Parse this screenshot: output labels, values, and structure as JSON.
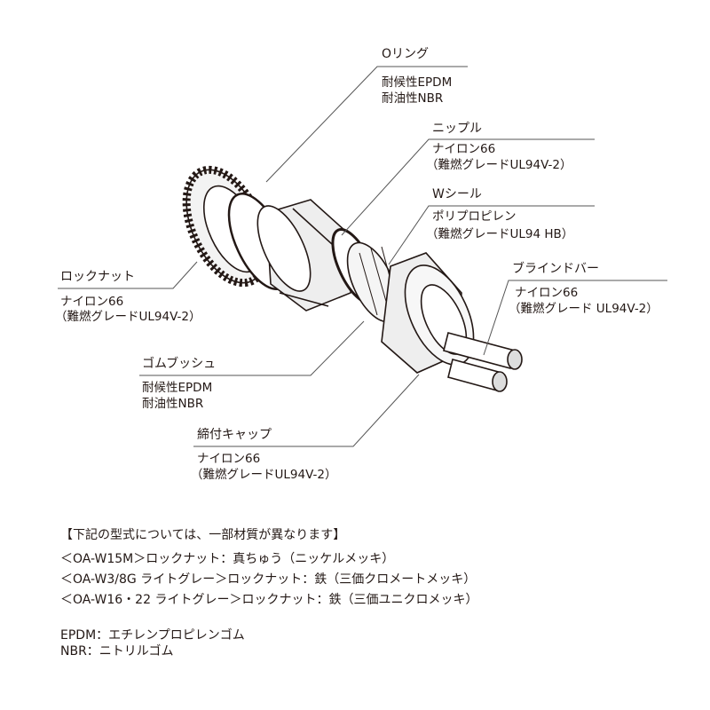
{
  "labels": {
    "oring": {
      "title": "Oリング",
      "lines": [
        "耐候性EPDM",
        "耐油性NBR"
      ]
    },
    "nipple": {
      "title": "ニップル",
      "lines": [
        "ナイロン66",
        "（難燃グレードUL94V-2）"
      ]
    },
    "wseal": {
      "title": "Wシール",
      "lines": [
        "ポリプロピレン",
        "（難燃グレードUL94 HB）"
      ]
    },
    "blindbar": {
      "title": "ブラインドバー",
      "lines": [
        "ナイロン66",
        "（難燃グレード UL94V-2）"
      ]
    },
    "locknut": {
      "title": "ロックナット",
      "lines": [
        "ナイロン66",
        "（難燃グレードUL94V-2）"
      ]
    },
    "bushing": {
      "title": "ゴムブッシュ",
      "lines": [
        "耐候性EPDM",
        "耐油性NBR"
      ]
    },
    "cap": {
      "title": "締付キャップ",
      "lines": [
        "ナイロン66",
        "（難燃グレードUL94V-2）"
      ]
    }
  },
  "notes": {
    "heading": "【下記の型式については、一部材質が異なります】",
    "items": [
      "＜OA-W15M＞ロックナット：真ちゅう（ニッケルメッキ）",
      "＜OA-W3/8G ライトグレー＞ロックナット：鉄（三価クロメートメッキ）",
      "＜OA-W16・22 ライトグレー＞ロックナット：鉄（三価ユニクロメッキ）"
    ],
    "glossary": [
      "EPDM：エチレンプロピレンゴム",
      "NBR：ニトリルゴム"
    ]
  }
}
